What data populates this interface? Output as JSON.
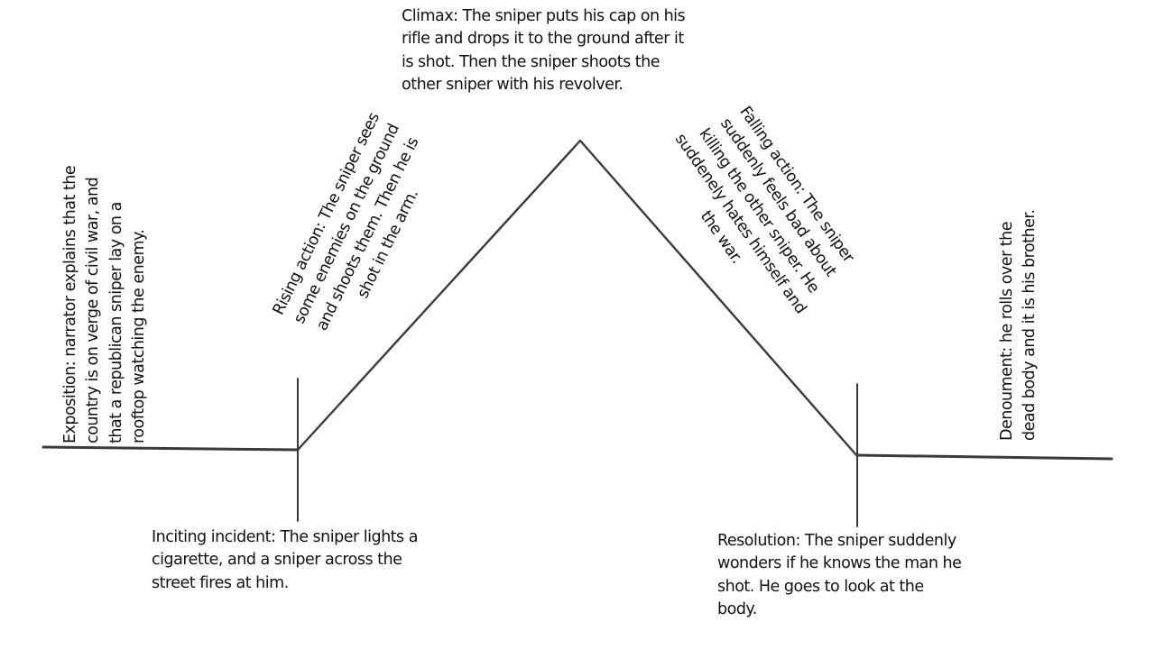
{
  "diagram": {
    "inciting_incident": {
      "lines": [
        "Inciting incident: The sniper lights a",
        "cigarette, and a sniper across the",
        "street fires at him."
      ]
    },
    "rising_action": {
      "lines": [
        "Rising action: The sniper sees",
        "some enemies on the ground",
        "and shoots them. Then he is",
        "shot in the arm."
      ]
    },
    "climax": {
      "lines": [
        "Climax: The sniper puts his cap on his",
        "rifle and drops it to the ground after it",
        "is shot. Then the sniper shoots the",
        "other sniper with his revolver."
      ]
    },
    "falling_action": {
      "lines": [
        "Falling action: The sniper",
        "suddenly feels bad about",
        "killing the other sniper. He",
        "suddenely hates himself and",
        "the war."
      ]
    },
    "resolution": {
      "lines": [
        "Resolution: The sniper suddenly",
        "wonders if he knows the man he",
        "shot. He goes to look at the",
        "body."
      ]
    },
    "exposition": {
      "lines": [
        "Exposition: narrator explains that the",
        "country is on verge of civil war, and",
        "that a republican sniper lay on a",
        "rooftop watching the enemy."
      ]
    },
    "denouement": {
      "lines": [
        "Denoument: he rolls over the",
        "dead body and it is his brother."
      ]
    }
  }
}
